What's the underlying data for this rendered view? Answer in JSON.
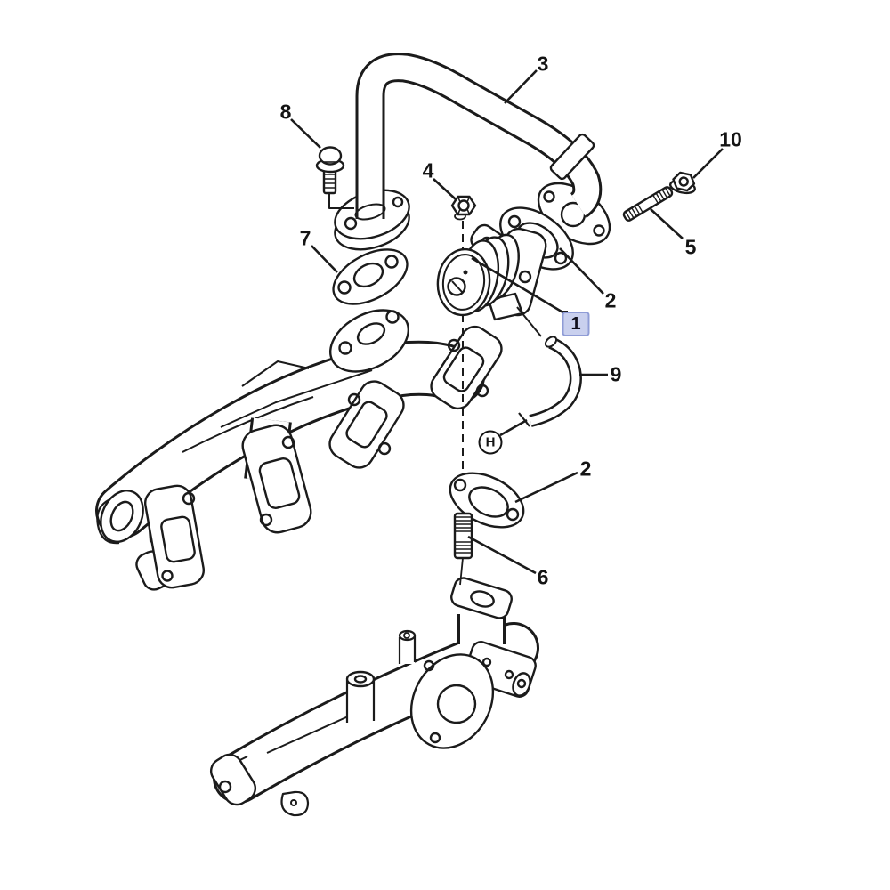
{
  "figure": {
    "type": "exploded-parts-diagram",
    "background_color": "#ffffff",
    "line_color": "#1b1b1b",
    "highlight": {
      "fill": "#c9d0ee",
      "border": "#8f9cd6",
      "selected_part": "1"
    },
    "callouts": [
      {
        "id": "3",
        "label": "3",
        "style": "plain"
      },
      {
        "id": "8",
        "label": "8",
        "style": "plain"
      },
      {
        "id": "10",
        "label": "10",
        "style": "plain"
      },
      {
        "id": "4",
        "label": "4",
        "style": "plain"
      },
      {
        "id": "7",
        "label": "7",
        "style": "plain"
      },
      {
        "id": "5",
        "label": "5",
        "style": "plain"
      },
      {
        "id": "2a",
        "label": "2",
        "style": "plain"
      },
      {
        "id": "1",
        "label": "1",
        "style": "highlighted"
      },
      {
        "id": "9",
        "label": "9",
        "style": "plain"
      },
      {
        "id": "H",
        "label": "H",
        "style": "circled"
      },
      {
        "id": "2b",
        "label": "2",
        "style": "plain"
      },
      {
        "id": "6",
        "label": "6",
        "style": "plain"
      }
    ]
  }
}
